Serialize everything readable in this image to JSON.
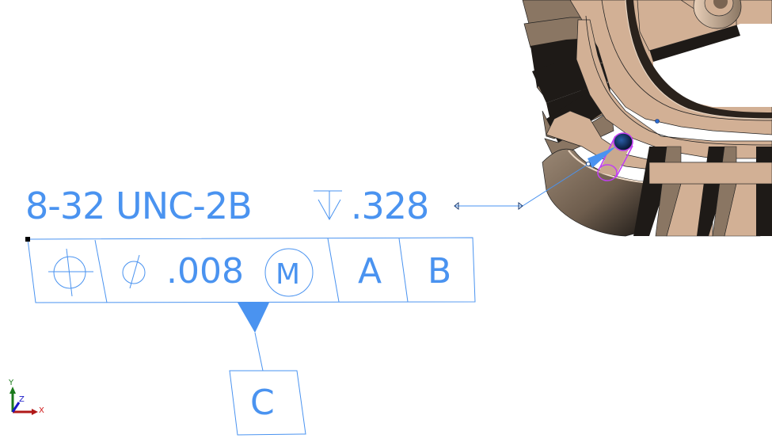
{
  "annotation": {
    "hole_callout": {
      "thread_spec": "8-32 UNC-2B",
      "depth_symbol": "depth-icon",
      "depth_value": ".328"
    },
    "feature_control_frame": {
      "characteristic_symbol": "position-icon",
      "diameter_symbol": "diameter-icon",
      "tolerance": ".008",
      "modifier": "M",
      "datums": [
        "A",
        "B"
      ]
    },
    "datum_feature": {
      "label": "C"
    },
    "colors": {
      "annotation_blue": "#4a93f0",
      "selection_magenta": "#c040f0",
      "model_tan": "#d2b095",
      "model_dark": "#1e1a17",
      "model_shadow": "#8a7663"
    }
  },
  "triad": {
    "x_label": "X",
    "y_label": "Y",
    "z_label": "Z",
    "x_color": "#d01818",
    "y_color": "#1a7a1a",
    "z_color": "#1818c8"
  }
}
